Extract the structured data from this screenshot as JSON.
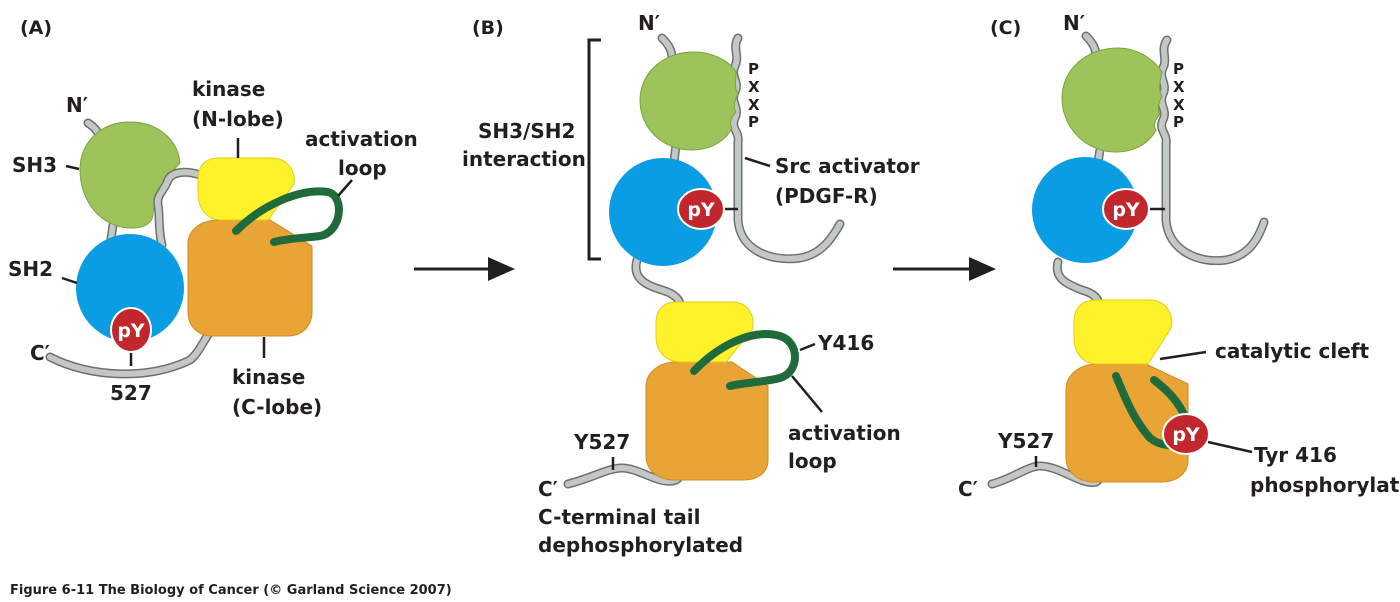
{
  "colors": {
    "sh3": "#9dc45a",
    "sh2": "#0b9de3",
    "kinase_n": "#fff22b",
    "kinase_c": "#e9a436",
    "phospho": "#c1272d",
    "activation_loop": "#1f6b3b",
    "tail": "#c3c8c6",
    "text": "#231f20"
  },
  "panels": {
    "A": {
      "label": "(A)",
      "n_term": "N′",
      "c_term": "C′",
      "sh3": "SH3",
      "sh2": "SH2",
      "py": "pY",
      "residue": "527",
      "kinase_n_1": "kinase",
      "kinase_n_2": "(N-lobe)",
      "kinase_c_1": "kinase",
      "kinase_c_2": "(C-lobe)",
      "loop_1": "activation",
      "loop_2": "loop"
    },
    "B": {
      "label": "(B)",
      "n_term": "N′",
      "c_term": "C′",
      "bracket_1": "SH3/SH2",
      "bracket_2": "interaction",
      "pxxp": [
        "P",
        "X",
        "X",
        "P"
      ],
      "activator_1": "Src activator",
      "activator_2": "(PDGF-R)",
      "py": "pY",
      "y416": "Y416",
      "loop_1": "activation",
      "loop_2": "loop",
      "y527": "Y527",
      "tail_1": "C-terminal tail",
      "tail_2": "dephosphorylated"
    },
    "C": {
      "label": "(C)",
      "n_term": "N′",
      "c_term": "C′",
      "pxxp": [
        "P",
        "X",
        "X",
        "P"
      ],
      "py_sh2": "pY",
      "py_416": "pY",
      "cleft": "catalytic cleft",
      "tyr_1": "Tyr 416",
      "tyr_2": "phosphorylated",
      "y527": "Y527"
    }
  },
  "caption": "Figure 6-11  The Biology of Cancer (© Garland Science 2007)"
}
